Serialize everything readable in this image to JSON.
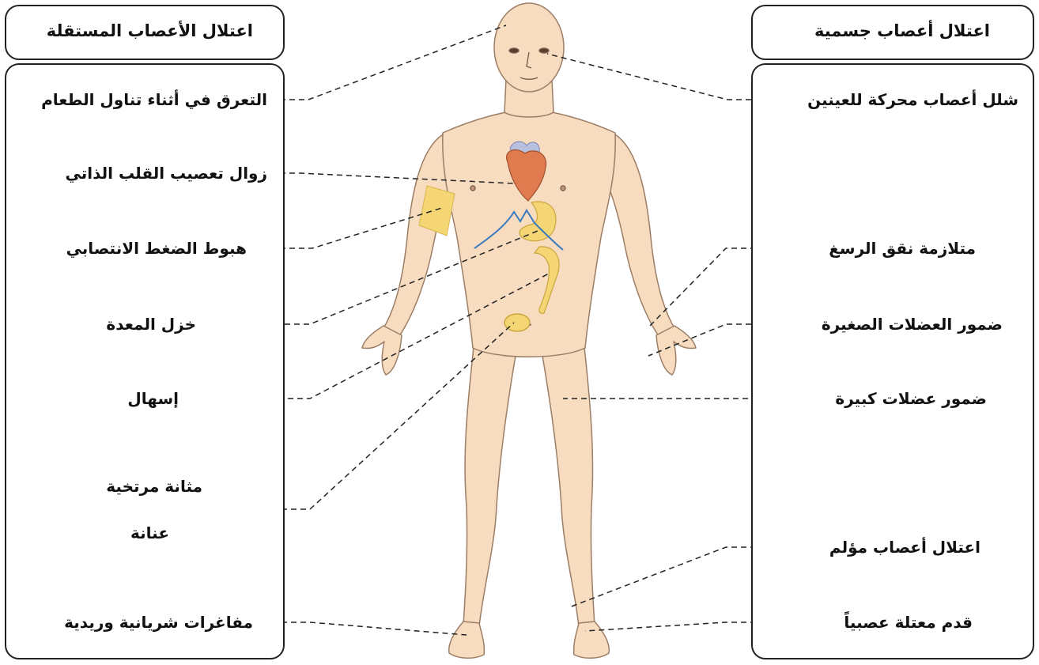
{
  "left_panel": {
    "title": "اعتلال الأعصاب المستقلة",
    "items": [
      "التعرق في أثناء تناول الطعام",
      "زوال تعصيب القلب الذاتي",
      "هبوط الضغط الانتصابي",
      "خزل المعدة",
      "إسهال",
      "مثانة مرتخية",
      "عنانة",
      "مفاغرات شريانية وريدية"
    ]
  },
  "right_panel": {
    "title": "اعتلال أعصاب جسمية",
    "items": [
      "شلل أعصاب محركة للعينين",
      "متلازمة نقق الرسغ",
      "ضمور العضلات الصغيرة",
      "ضمور عضلات كبيرة",
      "اعتلال أعصاب مؤلم",
      "قدم معتلة عصبياً"
    ]
  },
  "colors": {
    "skin": "#f7dcc0",
    "skin_outline": "#9c7e66",
    "heart": "#e07a4f",
    "heart_vessels": "#b8c0e0",
    "organ_yellow": "#f4d774",
    "nerve_blue": "#3a7abf",
    "line": "#222222"
  }
}
